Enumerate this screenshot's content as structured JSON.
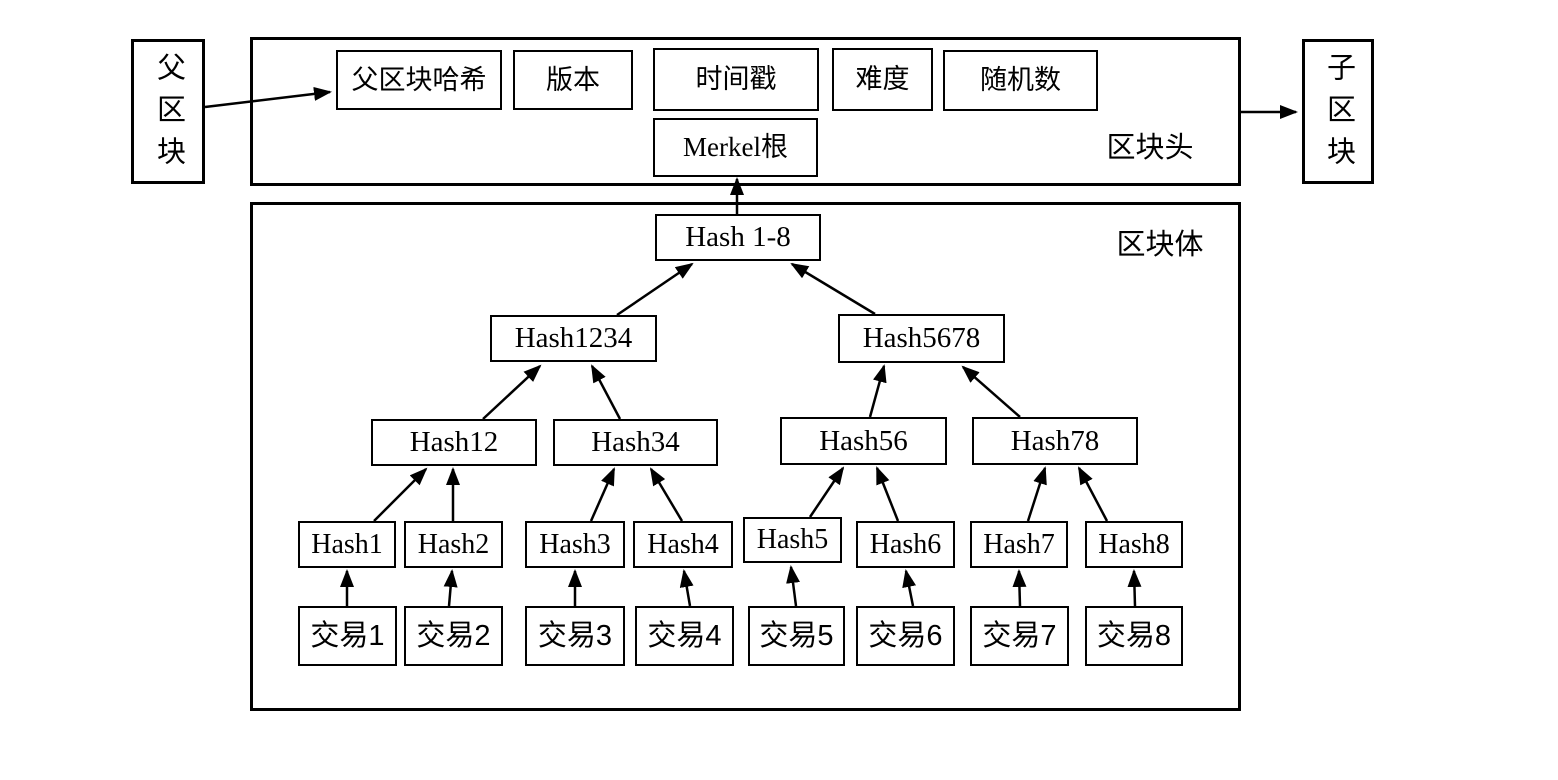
{
  "parent_block": {
    "label": "父区块"
  },
  "child_block": {
    "label": "子区块"
  },
  "block_header": {
    "label": "区块头",
    "fields": [
      {
        "label": "父区块哈希"
      },
      {
        "label": "版本"
      },
      {
        "label": "时间戳"
      },
      {
        "label": "难度"
      },
      {
        "label": "随机数"
      },
      {
        "label": "Merkel根"
      }
    ]
  },
  "block_body": {
    "label": "区块体",
    "merkle_tree": {
      "root": "Hash 1-8",
      "level_2": [
        "Hash1234",
        "Hash5678"
      ],
      "level_3": [
        "Hash12",
        "Hash34",
        "Hash56",
        "Hash78"
      ],
      "leaf_hashes": [
        "Hash1",
        "Hash2",
        "Hash3",
        "Hash4",
        "Hash5",
        "Hash6",
        "Hash7",
        "Hash8"
      ],
      "transactions": [
        "交易1",
        "交易2",
        "交易3",
        "交易4",
        "交易5",
        "交易6",
        "交易7",
        "交易8"
      ]
    }
  },
  "colors": {
    "line": "#000000",
    "box_fill": "#ffffff",
    "background": "#ffffff",
    "text": "#000000"
  }
}
